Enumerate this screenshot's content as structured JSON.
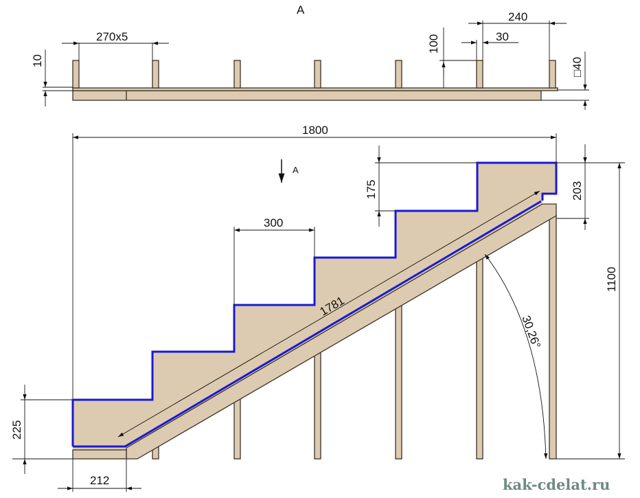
{
  "drawing": {
    "view_label": "A",
    "section_arrow_label": "A",
    "top_view": {
      "dim_spacing": "270x5",
      "dim_thickness": "10",
      "dim_post_height": "100",
      "dim_post_width": "30",
      "dim_last_span": "240",
      "dim_post_section": "□40"
    },
    "side_view": {
      "dim_total_length": "1800",
      "dim_total_height": "1100",
      "dim_tread": "300",
      "dim_riser": "175",
      "dim_top_step": "203",
      "dim_bottom_step": "225",
      "dim_bottom_width": "212",
      "dim_stringer_length": "1781",
      "dim_angle": "30,26°"
    },
    "watermark": "kak-cdelat.ru"
  },
  "colors": {
    "wood": "#dccbb0",
    "outline": "#1a1ad0"
  }
}
